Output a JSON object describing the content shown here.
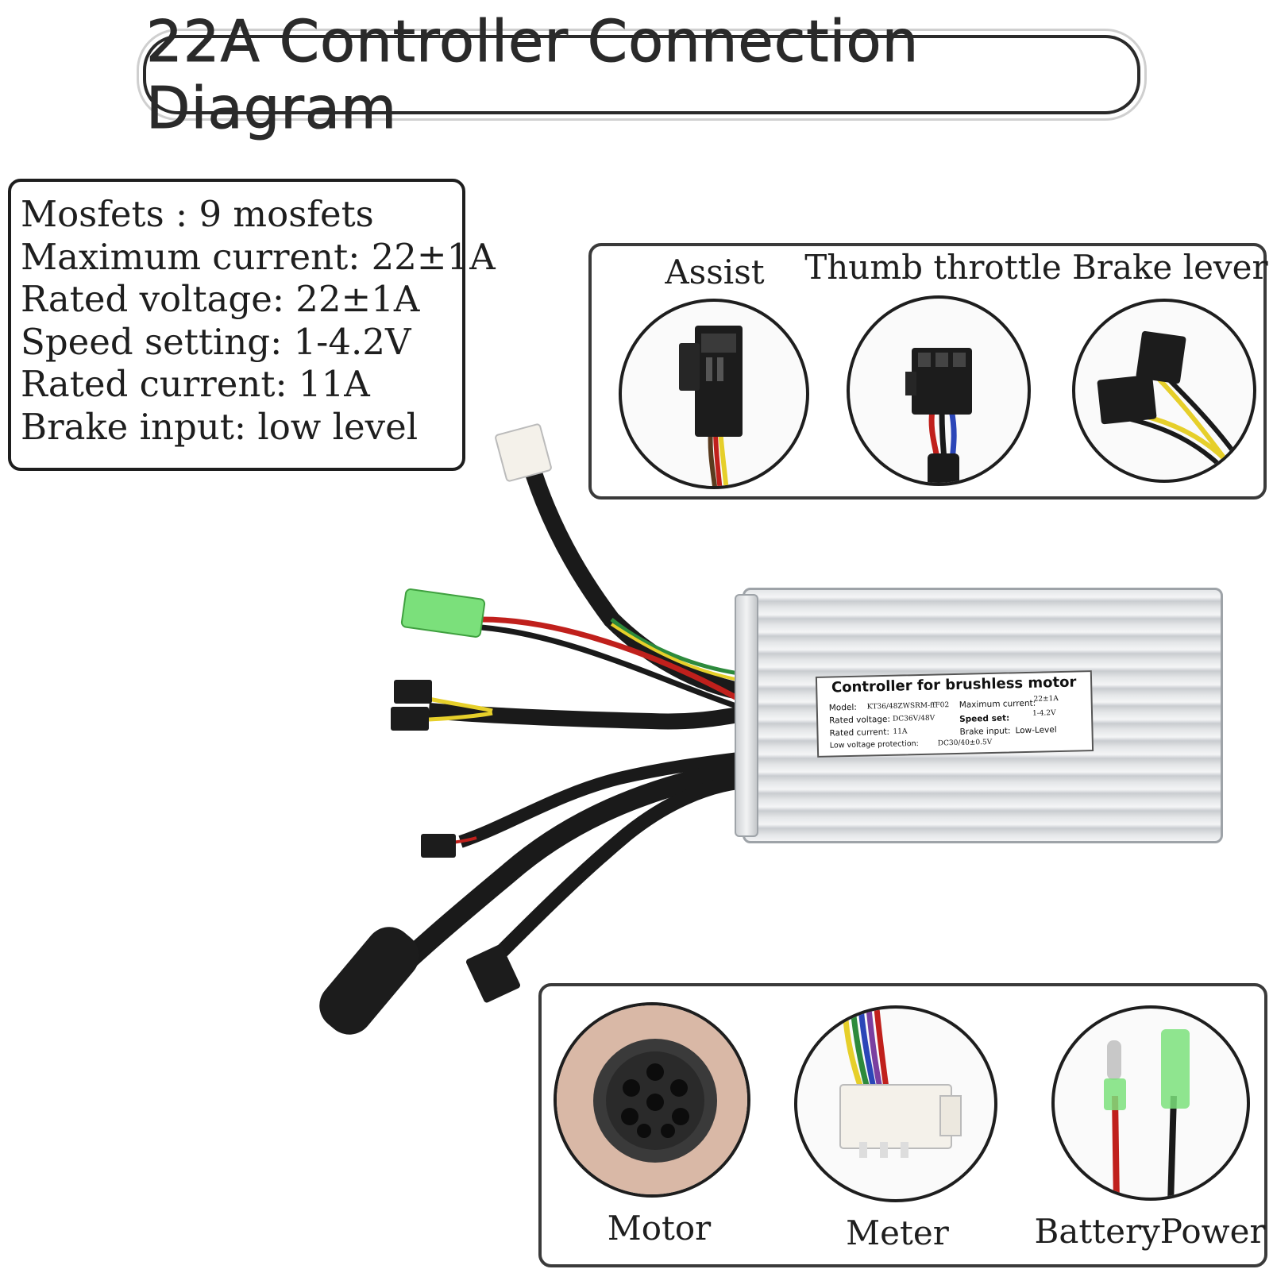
{
  "title": "22A Controller Connection Diagram",
  "specs": [
    "Mosfets : 9 mosfets",
    "Maximum current: 22±1A",
    "Rated voltage: 22±1A",
    "Speed setting: 1-4.2V",
    "Rated current: 11A",
    "Brake input: low level"
  ],
  "connectors_top": [
    {
      "label": "Assist"
    },
    {
      "label": "Thumb throttle"
    },
    {
      "label": "Brake lever"
    }
  ],
  "connectors_bottom": [
    {
      "label": "Motor"
    },
    {
      "label": "Meter"
    },
    {
      "label": "BatteryPower"
    }
  ],
  "controller_label": {
    "title": "Controller for brushless motor",
    "model_key": "Model:",
    "model_val": "KT36/48ZWSRM-ffF02",
    "max_current_key": "Maximum current:",
    "max_current_val": "22±1A",
    "rated_voltage_key": "Rated voltage:",
    "rated_voltage_val": "DC36V/48V",
    "speed_set_key": "Speed set:",
    "speed_set_val": "1-4.2V",
    "rated_current_key": "Rated current:",
    "rated_current_val": "11A",
    "brake_input_key": "Brake input:",
    "brake_input_val": "Low-Level",
    "low_voltage_key": "Low voltage protection:",
    "low_voltage_val": "DC30/40±0.5V"
  },
  "colors": {
    "wire_red": "#c0201c",
    "wire_black": "#1a1a1a",
    "wire_yellow": "#e6cf2a",
    "wire_green": "#2d8a3c",
    "wire_blue": "#2b46b8",
    "connector_green": "#7be07b"
  }
}
